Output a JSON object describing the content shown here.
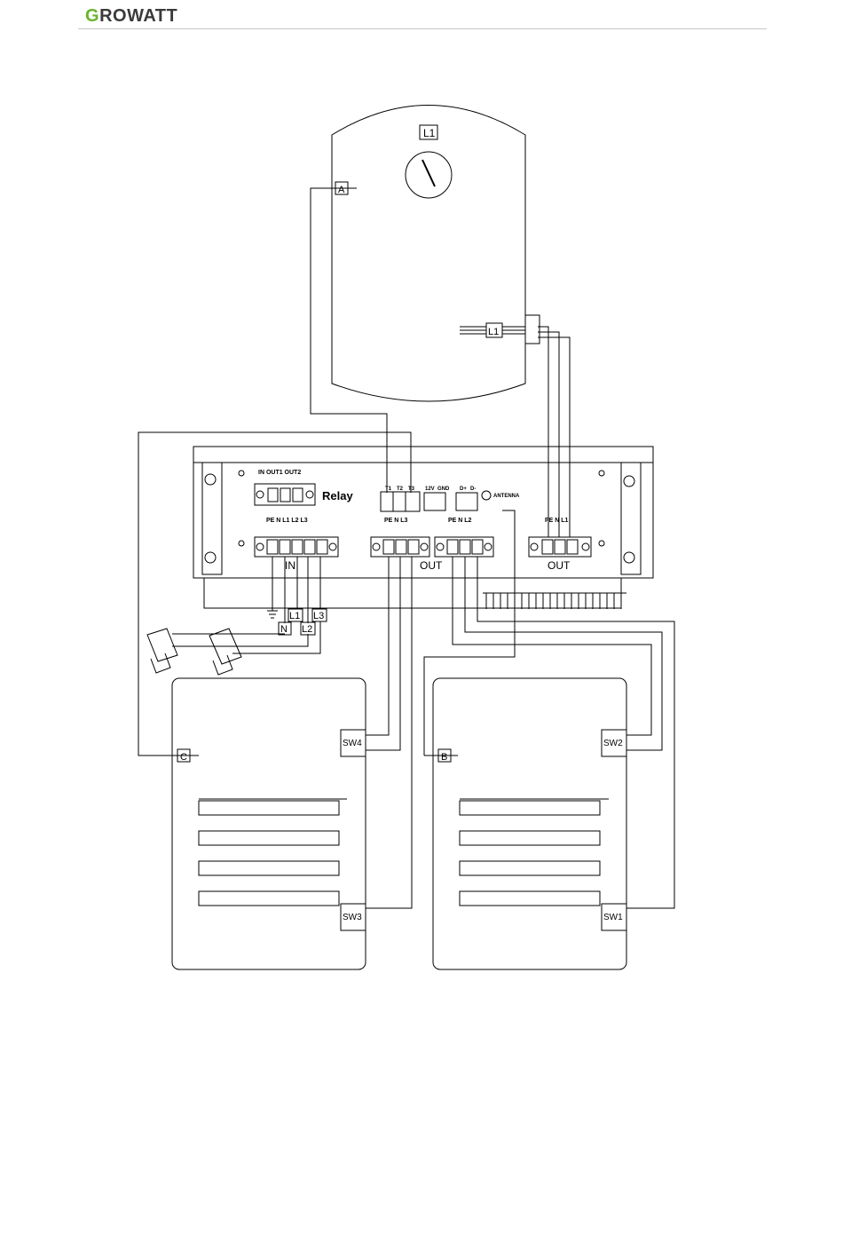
{
  "brand": {
    "logo_text": "GROWATT",
    "accent": "#6ab42d"
  },
  "diagram": {
    "tank_label": "L1",
    "sensor_a": "A",
    "sensor_b": "B",
    "sensor_c": "C",
    "heater_label": "L1",
    "relay_title": "Relay",
    "relay_terminals": "IN OUT1 OUT2",
    "sensor_terminals": [
      "T1",
      "T2",
      "T3"
    ],
    "power_terminals": [
      "12V",
      "GND"
    ],
    "comm_terminals": [
      "D+",
      "D-"
    ],
    "antenna": "ANTENNA",
    "in_terminals": "PE N L1 L2 L3",
    "in_label": "IN",
    "out3_terminals": "PE N L3",
    "out_label": "OUT",
    "out2_terminals": "PE N L2",
    "out1_terminals": "PE N L1",
    "out_right_label": "OUT",
    "line_n": "N",
    "line_l1": "L1",
    "line_l2": "L2",
    "line_l3": "L3",
    "switches": [
      "SW1",
      "SW2",
      "SW3",
      "SW4"
    ]
  }
}
